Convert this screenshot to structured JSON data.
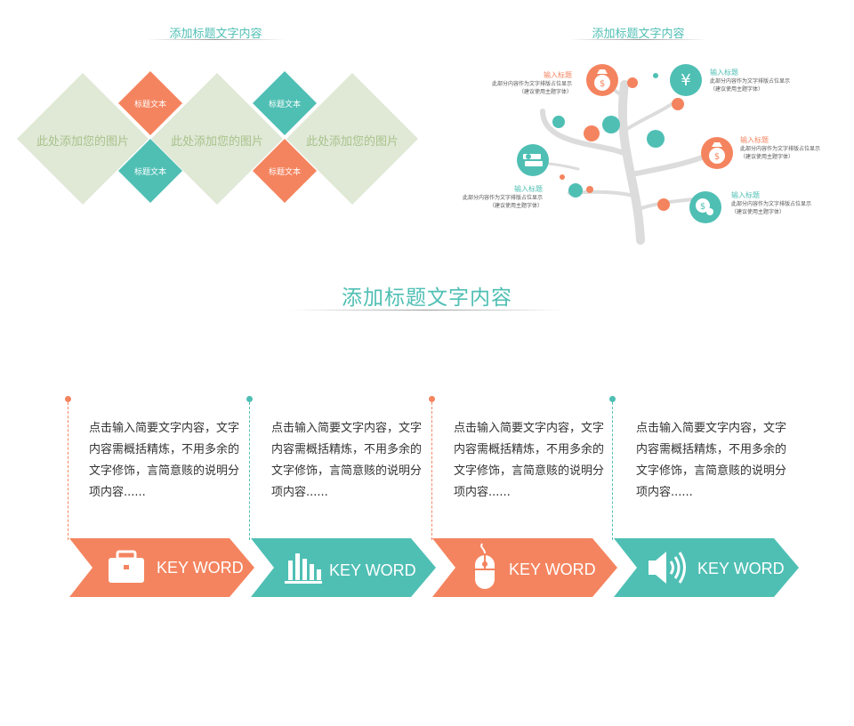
{
  "colors": {
    "orange": "#f4845f",
    "teal": "#4fbfb4",
    "sage": "#e0e8d6",
    "sage_text": "#a8c38c"
  },
  "top_left": {
    "title": "添加标题文字内容",
    "big_diamonds": [
      "此处添加您的图片",
      "此处添加您的图片",
      "此处添加您的图片"
    ],
    "small_diamonds": [
      "标题文本",
      "标题文本",
      "标题文本",
      "标题文本"
    ]
  },
  "top_right": {
    "title": "添加标题文字内容",
    "items": [
      {
        "title": "输入标题",
        "desc1": "此部分内容作为文字排版占位显示",
        "desc2": "（建议使用主题字体）",
        "icon": "money-bag-icon"
      },
      {
        "title": "输入标题",
        "desc1": "此部分内容作为文字排版占位显示",
        "desc2": "（建议使用主题字体）",
        "icon": "yen-icon"
      },
      {
        "title": "输入标题",
        "desc1": "此部分内容作为文字排版占位显示",
        "desc2": "（建议使用主题字体）",
        "icon": "money-bag-icon"
      },
      {
        "title": "输入标题",
        "desc1": "此部分内容作为文字排版占位显示",
        "desc2": "（建议使用主题字体）",
        "icon": "cash-stack-icon"
      },
      {
        "title": "输入标题",
        "desc1": "此部分内容作为文字排版占位显示",
        "desc2": "（建议使用主题字体）",
        "icon": "coins-icon"
      }
    ]
  },
  "main": {
    "title": "添加标题文字内容",
    "steps": [
      {
        "text": "点击输入简要文字内容，文字内容需概括精炼，不用多余的文字修饰，言简意赅的说明分项内容......",
        "keyword": "KEY WORD",
        "icon": "briefcase-icon"
      },
      {
        "text": "点击输入简要文字内容，文字内容需概括精炼，不用多余的文字修饰，言简意赅的说明分项内容......",
        "keyword": "KEY WORD",
        "icon": "bar-chart-icon"
      },
      {
        "text": "点击输入简要文字内容，文字内容需概括精炼，不用多余的文字修饰，言简意赅的说明分项内容......",
        "keyword": "KEY WORD",
        "icon": "mouse-icon"
      },
      {
        "text": "点击输入简要文字内容，文字内容需概括精炼，不用多余的文字修饰，言简意赅的说明分项内容......",
        "keyword": "KEY WORD",
        "icon": "speaker-icon"
      }
    ]
  }
}
